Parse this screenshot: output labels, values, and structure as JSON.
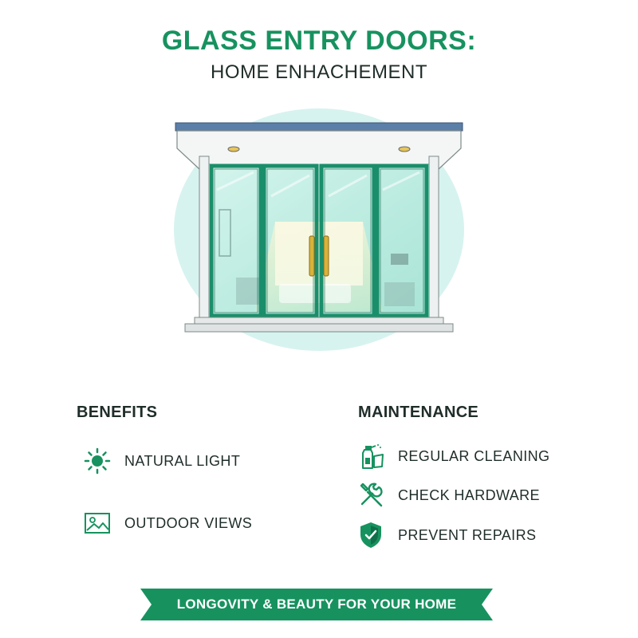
{
  "header": {
    "title": "GLASS ENTRY DOORS:",
    "subtitle": "HOME ENHACHEMENT"
  },
  "benefits": {
    "heading": "BENEFITS",
    "items": [
      {
        "label": "NATURAL LIGHT",
        "icon": "sun-icon"
      },
      {
        "label": "OUTDOOR VIEWS",
        "icon": "landscape-icon"
      }
    ]
  },
  "maintenance": {
    "heading": "MAINTENANCE",
    "items": [
      {
        "label": "REGULAR CLEANING",
        "icon": "spray-bottle-icon"
      },
      {
        "label": "CHECK HARDWARE",
        "icon": "tools-icon"
      },
      {
        "label": "PREVENT REPAIRS",
        "icon": "shield-check-icon"
      }
    ]
  },
  "banner": {
    "text": "LONGOVITY & BEAUTY FOR YOUR HOME"
  },
  "colors": {
    "accent_green": "#17925f",
    "door_frame": "#1a8e6a",
    "glass": "#bfeee3",
    "roof": "#5b7fa8",
    "handle": "#d9b23c",
    "halo": "#d7f3ef"
  }
}
